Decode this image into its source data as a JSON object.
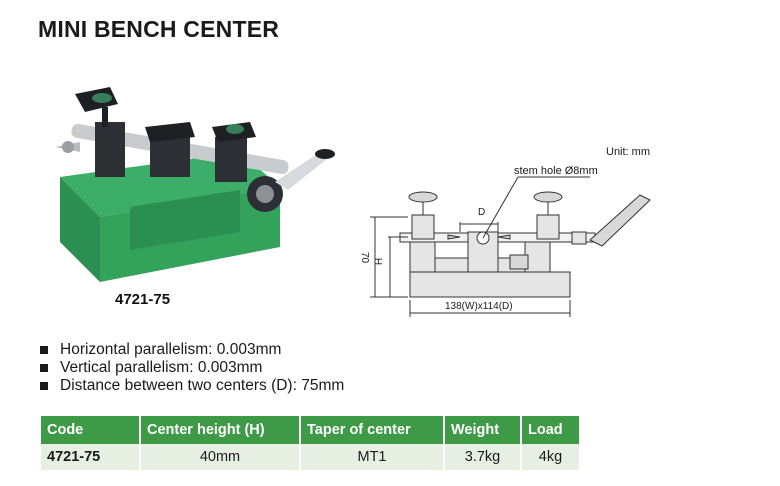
{
  "title": "MINI BENCH CENTER",
  "model_number": "4721-75",
  "drawing": {
    "unit_note": "Unit: mm",
    "stem_note": "stem hole Ø8mm",
    "dim_d": "D",
    "dim_70": "70",
    "dim_h": "H",
    "dim_base": "138(W)x114(D)"
  },
  "features": [
    "Horizontal parallelism: 0.003mm",
    "Vertical parallelism: 0.003mm",
    "Distance between two centers (D): 75mm"
  ],
  "table": {
    "headers": [
      "Code",
      "Center height (H)",
      "Taper of center",
      "Weight",
      "Load"
    ],
    "rows": [
      [
        "4721-75",
        "40mm",
        "MT1",
        "3.7kg",
        "4kg"
      ]
    ]
  },
  "colors": {
    "table_header": "#3f9a48",
    "table_row": "#e7efe2",
    "base_green": "#2e9a55"
  }
}
